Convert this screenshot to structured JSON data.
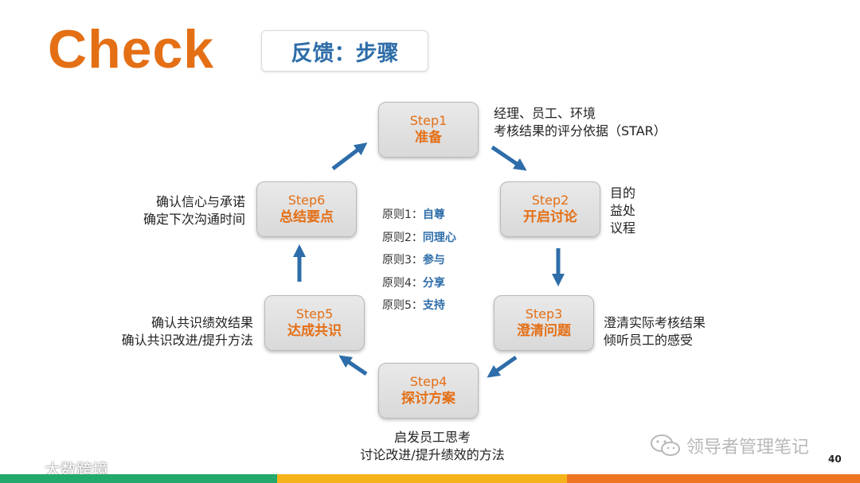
{
  "header": {
    "title": "Check",
    "subtitle": "反馈：步骤"
  },
  "steps": [
    {
      "num": "Step1",
      "name": "准备"
    },
    {
      "num": "Step2",
      "name": "开启讨论"
    },
    {
      "num": "Step3",
      "name": "澄清问题"
    },
    {
      "num": "Step4",
      "name": "探讨方案"
    },
    {
      "num": "Step5",
      "name": "达成共识"
    },
    {
      "num": "Step6",
      "name": "总结要点"
    }
  ],
  "notes": {
    "step1": [
      "经理、员工、环境",
      "考核结果的评分依据（STAR）"
    ],
    "step2": [
      "目的",
      "益处",
      "议程"
    ],
    "step3": [
      "澄清实际考核结果",
      "倾听员工的感受"
    ],
    "step4": [
      "启发员工思考",
      "讨论改进/提升绩效的方法"
    ],
    "step5": [
      "确认共识绩效结果",
      "确认共识改进/提升方法"
    ],
    "step6": [
      "确认信心与承诺",
      "确定下次沟通时间"
    ]
  },
  "principles": [
    {
      "label": "原则1：",
      "value": "自尊"
    },
    {
      "label": "原则2：",
      "value": "同理心"
    },
    {
      "label": "原则3：",
      "value": "参与"
    },
    {
      "label": "原则4：",
      "value": "分享"
    },
    {
      "label": "原则5：",
      "value": "支持"
    }
  ],
  "footer": {
    "page_number": "40",
    "watermark_right": "领导者管理笔记",
    "watermark_left": "大数跨境"
  },
  "colors": {
    "title": "#e46f15",
    "subtitle": "#2e6da9",
    "step_text": "#e46f15",
    "arrow": "#2e6da9",
    "principle_value": "#2e6da9",
    "bar_green": "#22a96b",
    "bar_yellow": "#f5b21a",
    "bar_orange": "#ee7623"
  }
}
